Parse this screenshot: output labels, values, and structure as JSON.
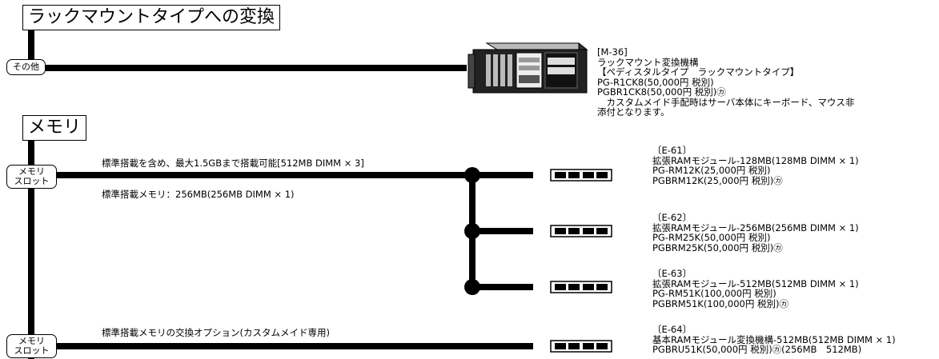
{
  "headers": {
    "rack": "ラックマウントタイプへの変換",
    "memory": "メモリ"
  },
  "tags": {
    "other": "その他",
    "slot1_line1": "メモリ",
    "slot1_line2": "スロット",
    "slot2_line1": "メモリ",
    "slot2_line2": "スロット"
  },
  "notes": {
    "max": "標準搭載を含め、最大1.5GBまで搭載可能[512MB DIMM × 3]",
    "standard": "標準搭載メモリ：256MB(256MB DIMM × 1)",
    "exchange": "標準搭載メモリの交換オプション(カスタムメイド専用)"
  },
  "rack_option": {
    "code": "[M-36]",
    "name": "ラックマウント変換機構",
    "sub": "【ペディスタルタイプ　ラックマウントタイプ】",
    "pn1": "PG-R1CK8(50,000円 税別)",
    "pn2": "PGBR1CK8(50,000円 税別)㋕",
    "note1": "　カスタムメイド手配時はサーバ本体にキーボード、マウス非",
    "note2": "添付となります。"
  },
  "memory_options": [
    {
      "code": "〔E-61〕",
      "name": "拡張RAMモジュール-128MB(128MB DIMM × 1)",
      "pn1": "PG-RM12K(25,000円 税別)",
      "pn2": "PGBRM12K(25,000円 税別)㋕"
    },
    {
      "code": "〔E-62〕",
      "name": "拡張RAMモジュール-256MB(256MB DIMM × 1)",
      "pn1": "PG-RM25K(50,000円 税別)",
      "pn2": "PGBRM25K(50,000円 税別)㋕"
    },
    {
      "code": "〔E-63〕",
      "name": "拡張RAMモジュール-512MB(512MB DIMM × 1)",
      "pn1": "PG-RM51K(100,000円 税別)",
      "pn2": "PGBRM51K(100,000円 税別)㋕"
    },
    {
      "code": "〔E-64〕",
      "name": "基本RAMモジュール変換機構-512MB(512MB DIMM × 1)",
      "pn1": "PGBRU51K(50,000円 税別)㋕(256MB　512MB)",
      "pn2": ""
    }
  ]
}
